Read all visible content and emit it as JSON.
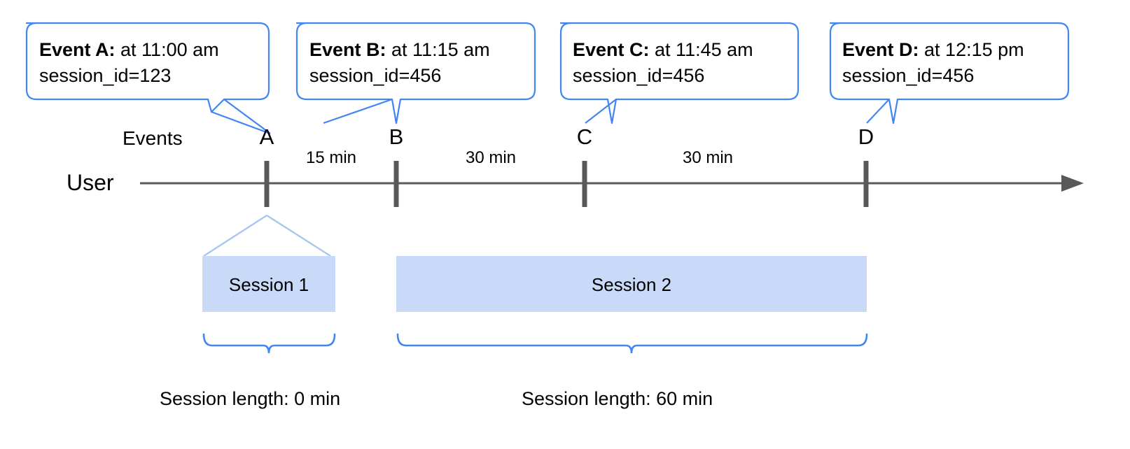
{
  "diagram": {
    "lane_label": "User",
    "events_row_label": "Events",
    "accent_blue": "#4285f4",
    "session_fill": "#c8daf8",
    "axis_gray": "#595959",
    "callouts": [
      {
        "lead": "Event A:",
        "rest": " at 11:00 am",
        "line2": "session_id=123"
      },
      {
        "lead": "Event B:",
        "rest": " at 11:15 am",
        "line2": "session_id=456"
      },
      {
        "lead": "Event C:",
        "rest": " at 11:45 am",
        "line2": "session_id=456"
      },
      {
        "lead": "Event D:",
        "rest": " at 12:15 pm",
        "line2": "session_id=456"
      }
    ],
    "markers": [
      {
        "letter": "A",
        "time": "11:00 am",
        "session_id": "123"
      },
      {
        "letter": "B",
        "time": "11:15 am",
        "session_id": "456"
      },
      {
        "letter": "C",
        "time": "11:45 am",
        "session_id": "456"
      },
      {
        "letter": "D",
        "time": "12:15 pm",
        "session_id": "456"
      }
    ],
    "gaps": [
      {
        "label": "15 min",
        "from": "A",
        "to": "B"
      },
      {
        "label": "30 min",
        "from": "B",
        "to": "C"
      },
      {
        "label": "30 min",
        "from": "C",
        "to": "D"
      }
    ],
    "sessions": [
      {
        "name": "Session 1",
        "length_label": "Session length: 0 min"
      },
      {
        "name": "Session 2",
        "length_label": "Session length: 60 min"
      }
    ]
  }
}
